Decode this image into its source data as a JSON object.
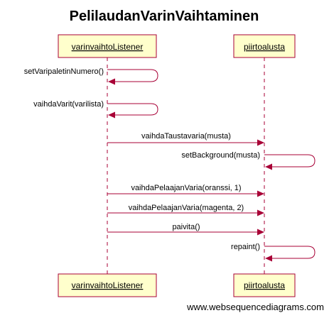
{
  "diagram": {
    "title": "PelilaudanVarinVaihtaminen",
    "participants": [
      {
        "id": "listener",
        "label": "varinvaihtoListener"
      },
      {
        "id": "board",
        "label": "piirtoalusta"
      }
    ],
    "messages": [
      {
        "from": "listener",
        "to": "listener",
        "label": "setVaripaletinNumero()"
      },
      {
        "from": "listener",
        "to": "listener",
        "label": "vaihdaVarit(varilista)"
      },
      {
        "from": "listener",
        "to": "board",
        "label": "vaihdaTaustavaria(musta)"
      },
      {
        "from": "board",
        "to": "board",
        "label": "setBackground(musta)"
      },
      {
        "from": "listener",
        "to": "board",
        "label": "vaihdaPelaajanVaria(oranssi, 1)"
      },
      {
        "from": "listener",
        "to": "board",
        "label": "vaihdaPelaajanVaria(magenta, 2)"
      },
      {
        "from": "listener",
        "to": "board",
        "label": "paivita()"
      },
      {
        "from": "board",
        "to": "board",
        "label": "repaint()"
      }
    ],
    "colors": {
      "accent": "#a80036",
      "box_fill": "#ffffcc"
    }
  },
  "footer": {
    "watermark": "www.websequencediagrams.com"
  }
}
